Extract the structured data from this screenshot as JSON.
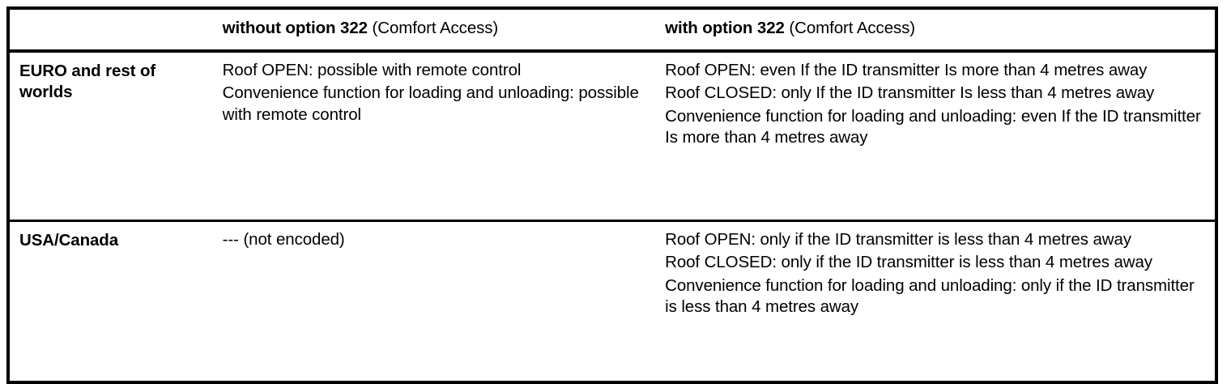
{
  "document": {
    "title": "Comfort Access roof operation specification table",
    "type": "table"
  },
  "table": {
    "columns": [
      {
        "id": "region",
        "header": ""
      },
      {
        "id": "without_322",
        "header_strong": "without option 322",
        "header_rest": " (Comfort Access)"
      },
      {
        "id": "with_322",
        "header_strong": "with option 322",
        "header_rest": " (Comfort Access)"
      }
    ],
    "rows": [
      {
        "region": "EURO and rest of worlds",
        "without_322": [
          "Roof OPEN: possible with remote control",
          "Convenience function for loading and unloading: possible with remote control"
        ],
        "with_322": [
          "Roof OPEN: even If the ID transmitter Is more than 4 metres away",
          "Roof CLOSED: only If the ID transmitter Is less than 4 metres away",
          "Convenience function for loading and unloading: even If the ID transmitter Is more than 4 metres away"
        ]
      },
      {
        "region": "USA/Canada",
        "without_322": [
          "--- (not encoded)"
        ],
        "with_322": [
          "Roof OPEN: only if the ID transmitter is less than 4 metres away",
          "Roof CLOSED: only if the ID transmitter is less than 4 metres away",
          "Convenience function for loading and unloading: only if the ID transmitter is less than 4 metres away"
        ]
      }
    ]
  },
  "colors": {
    "border": "#000000",
    "text": "#000000",
    "background": "#ffffff"
  }
}
